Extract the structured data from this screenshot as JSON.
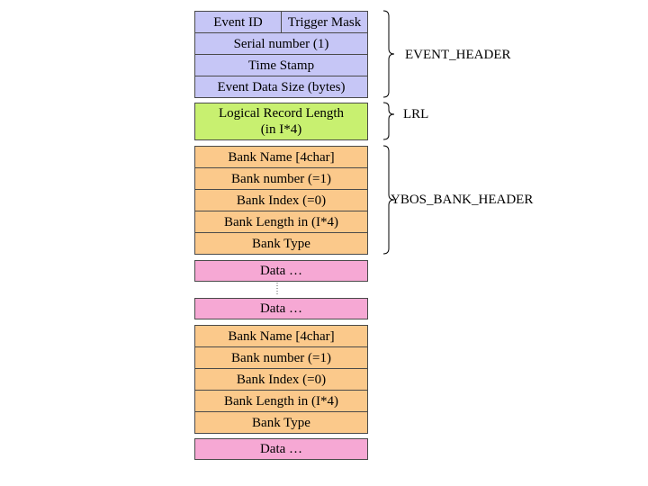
{
  "event_header": {
    "event_id": "Event ID",
    "trigger_mask": "Trigger Mask",
    "serial_number": "Serial number (1)",
    "time_stamp": "Time Stamp",
    "event_data_size": "Event Data Size (bytes)",
    "label": "EVENT_HEADER"
  },
  "lrl": {
    "line1": "Logical Record Length",
    "line2": "(in I*4)",
    "label": "LRL"
  },
  "bank1": {
    "name": "Bank Name [4char]",
    "number": "Bank number (=1)",
    "index": "Bank Index (=0)",
    "length": "Bank Length in (I*4)",
    "type": "Bank Type",
    "label": "YBOS_BANK_HEADER"
  },
  "data1": "Data …",
  "data2": "Data …",
  "bank2": {
    "name": "Bank Name [4char]",
    "number": "Bank number (=1)",
    "index": "Bank Index (=0)",
    "length": "Bank Length in (I*4)",
    "type": "Bank Type"
  },
  "data3": "Data …",
  "colors": {
    "header": "#c6c6f6",
    "lrl": "#c8f070",
    "bank": "#fbc98b",
    "data": "#f6a8d4"
  }
}
